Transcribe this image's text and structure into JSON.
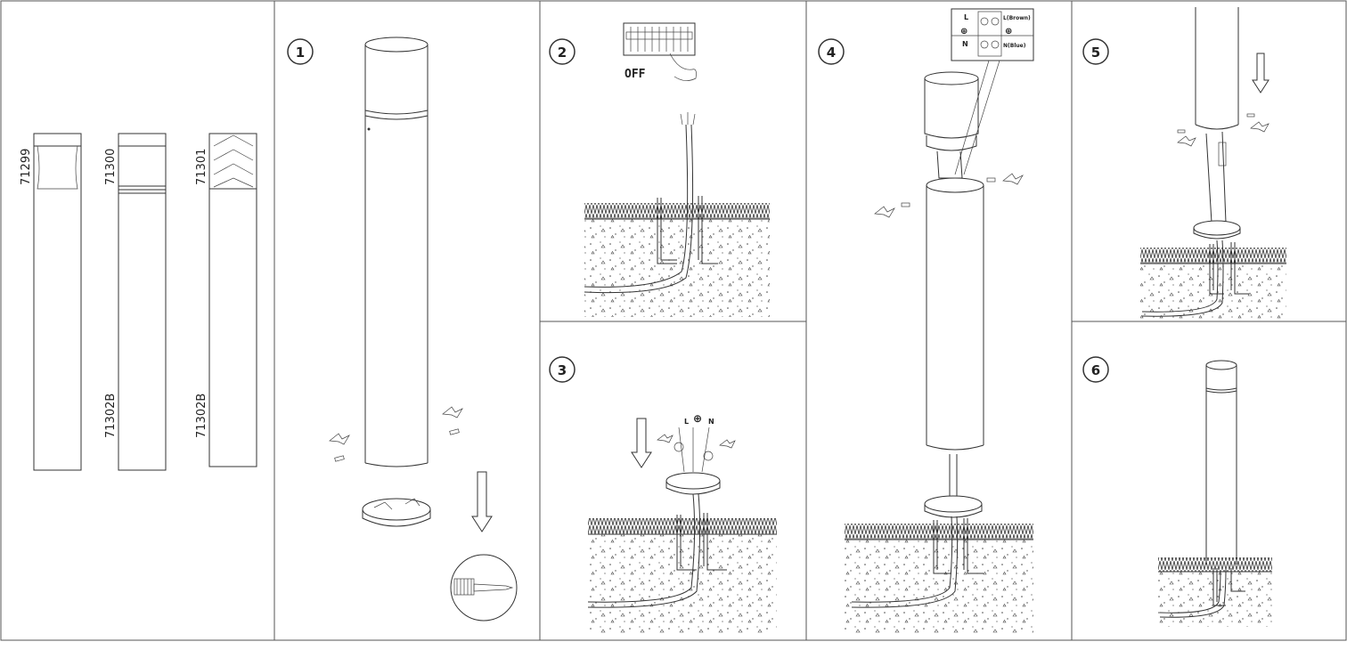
{
  "models": {
    "a": "71299",
    "b": "71300",
    "c": "71301",
    "b_base": "71302B",
    "c_base": "71302B"
  },
  "steps": [
    "1",
    "2",
    "3",
    "4",
    "5",
    "6"
  ],
  "step2": {
    "breaker_state": "OFF"
  },
  "step3": {
    "terminal_l": "L",
    "terminal_n": "N",
    "earth_symbol": "⊕"
  },
  "step4": {
    "terminal_l": "L",
    "terminal_l_brown": "L(Brown)",
    "terminal_n": "N",
    "terminal_n_blue": "N(Blue)",
    "earth_symbol": "⊕"
  },
  "colors": {
    "line": "#333333",
    "border": "#555555",
    "background": "#ffffff"
  }
}
